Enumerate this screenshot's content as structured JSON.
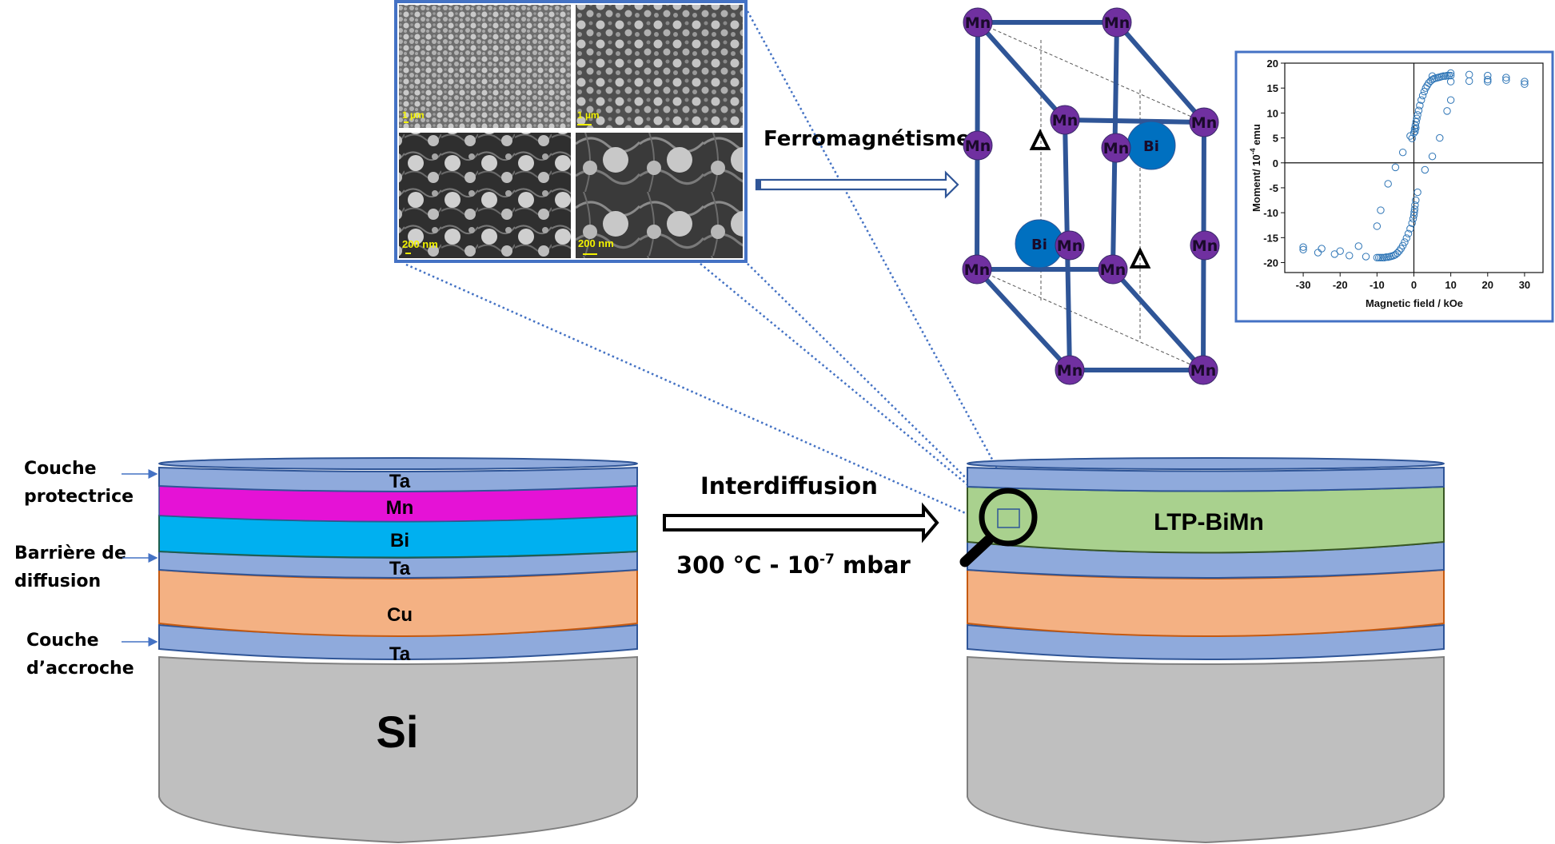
{
  "colors": {
    "ta": "#8faadc",
    "mn": "#e512d6",
    "bi": "#00b0f0",
    "cu": "#f4b183",
    "si": "#bfbfbf",
    "ltp": "#a9d18e",
    "outline": "#2f5597",
    "atom_mn": "#7030a0",
    "atom_bi": "#0070c0",
    "frame": "#4472c4",
    "marker": "#2e75b6"
  },
  "left_stack": {
    "labels": {
      "protective": [
        "Couche",
        "protectrice"
      ],
      "barrier": [
        "Barrière de",
        "diffusion"
      ],
      "adhesion": [
        "Couche",
        "d’accroche"
      ]
    },
    "layers": [
      {
        "name": "Ta",
        "label": "Ta"
      },
      {
        "name": "Mn",
        "label": "Mn"
      },
      {
        "name": "Bi",
        "label": "Bi"
      },
      {
        "name": "Ta",
        "label": "Ta"
      },
      {
        "name": "Cu",
        "label": "Cu"
      },
      {
        "name": "Ta",
        "label": "Ta"
      },
      {
        "name": "Si",
        "label": "Si"
      }
    ]
  },
  "process": {
    "title": "Interdiffusion",
    "conditions_main": "300 °C - 10",
    "conditions_exp": "-7",
    "conditions_unit": " mbar"
  },
  "right_stack": {
    "layers": [
      {
        "name": "Ta",
        "label": ""
      },
      {
        "name": "LTP-BiMn",
        "label": "LTP-BiMn"
      },
      {
        "name": "Ta",
        "label": ""
      },
      {
        "name": "Cu",
        "label": ""
      },
      {
        "name": "Ta",
        "label": ""
      },
      {
        "name": "Si",
        "label": ""
      }
    ]
  },
  "sem_panel": {
    "tiles": [
      {
        "scale": "1 µm"
      },
      {
        "scale": "1 µm"
      },
      {
        "scale": "200 nm"
      },
      {
        "scale": "200 nm"
      }
    ]
  },
  "property": {
    "label": "Ferromagnétisme"
  },
  "crystal": {
    "atoms": [
      {
        "el": "Mn",
        "label": "Mn"
      },
      {
        "el": "Mn",
        "label": "Mn"
      },
      {
        "el": "Mn",
        "label": "Mn"
      },
      {
        "el": "Mn",
        "label": "Mn"
      },
      {
        "el": "Mn",
        "label": "Mn"
      },
      {
        "el": "Mn",
        "label": "Mn"
      },
      {
        "el": "Mn",
        "label": "Mn"
      },
      {
        "el": "Mn",
        "label": "Mn"
      },
      {
        "el": "Mn",
        "label": "Mn"
      },
      {
        "el": "Mn",
        "label": "Mn"
      },
      {
        "el": "Mn",
        "label": "Mn"
      },
      {
        "el": "Mn",
        "label": "Mn"
      },
      {
        "el": "Bi",
        "label": "Bi"
      },
      {
        "el": "Bi",
        "label": "Bi"
      }
    ],
    "vacancy_symbol": "△"
  },
  "chart_data": {
    "type": "scatter",
    "title": "",
    "xlabel": "Magnetic field / kOe",
    "ylabel_main": "Moment/ 10",
    "ylabel_exp": "-4",
    "ylabel_unit": " emu",
    "xlim": [
      -35,
      35
    ],
    "ylim": [
      -22,
      20
    ],
    "xticks": [
      -30,
      -20,
      -10,
      0,
      10,
      20,
      30
    ],
    "yticks": [
      20,
      15,
      10,
      5,
      0,
      -5,
      -10,
      -15,
      -20
    ],
    "grid": false,
    "zero_lines": true,
    "marker": "open-circle",
    "series": [
      {
        "name": "descending branch",
        "x": [
          30,
          30,
          25,
          25,
          20,
          20,
          20,
          15,
          15,
          10,
          10,
          10,
          9,
          7,
          5,
          3,
          1,
          0.5,
          0.3,
          0.2,
          0.1,
          0,
          -0.2,
          -0.5,
          -1,
          -1.5,
          -2,
          -2.5,
          -3,
          -3.5,
          -4,
          -4.5,
          -5,
          -5.5,
          -6,
          -6.5,
          -7,
          -7.5,
          -8,
          -8.5,
          -9,
          -9.5,
          -10,
          -13,
          -15,
          -17.5,
          -20,
          -21.5,
          -25,
          -26,
          -30,
          -30
        ],
        "y": [
          15.8,
          16.3,
          16.6,
          17.1,
          16.3,
          16.7,
          17.5,
          16.4,
          17.7,
          16.3,
          18.0,
          12.6,
          10.4,
          5.0,
          1.3,
          -1.4,
          -5.9,
          -7.5,
          -8.5,
          -9.3,
          -9.9,
          -10.5,
          -11.2,
          -12.1,
          -13.2,
          -14.2,
          -15.1,
          -15.9,
          -16.6,
          -17.2,
          -17.7,
          -18.1,
          -18.4,
          -18.6,
          -18.7,
          -18.8,
          -18.9,
          -18.9,
          -19.0,
          -19.0,
          -19.0,
          -19.0,
          -19.0,
          -18.8,
          -16.7,
          -18.6,
          -17.7,
          -18.3,
          -17.2,
          -18.0,
          -16.9,
          -17.4
        ]
      },
      {
        "name": "ascending branch",
        "x": [
          -10,
          -9,
          -7,
          -5,
          -3,
          -1,
          -0.5,
          0,
          0.2,
          0.4,
          0.6,
          0.8,
          1.0,
          1.3,
          1.6,
          2.0,
          2.4,
          2.8,
          3.2,
          3.6,
          4.0,
          4.5,
          5.0,
          5.5,
          6.0,
          6.5,
          7.0,
          7.5,
          8.0,
          8.5,
          9.0,
          9.5,
          10,
          5,
          0.3,
          0.5
        ],
        "y": [
          -12.7,
          -9.5,
          -4.2,
          -0.9,
          2.1,
          5.4,
          4.9,
          6.0,
          6.8,
          7.5,
          8.2,
          8.9,
          9.6,
          10.5,
          11.5,
          12.6,
          13.5,
          14.3,
          15.0,
          15.5,
          16.0,
          16.4,
          16.7,
          16.9,
          17.0,
          17.1,
          17.2,
          17.3,
          17.4,
          17.4,
          17.5,
          17.5,
          17.5,
          17.4,
          6.3,
          7.0
        ]
      }
    ]
  }
}
